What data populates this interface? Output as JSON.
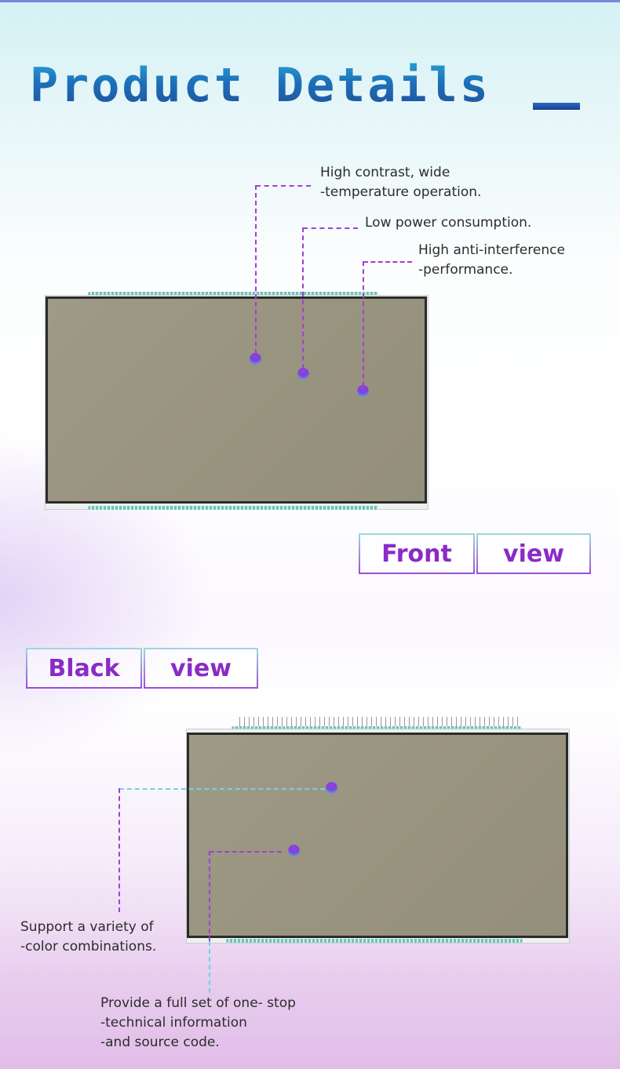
{
  "header": {
    "title": "Product Details"
  },
  "front_view": {
    "label_part1": "Front",
    "label_part2": "view",
    "callouts": [
      {
        "text": "High contrast, wide\n-temperature operation."
      },
      {
        "text": "Low power consumption."
      },
      {
        "text": "High anti-interference\n-performance."
      }
    ]
  },
  "back_view": {
    "label_part1": "Black",
    "label_part2": "view",
    "callouts": [
      {
        "text": "Support a variety of\n-color combinations."
      },
      {
        "text": "Provide a full set of one- stop\n-technical information\n-and source code."
      }
    ]
  },
  "colors": {
    "title_gradient": [
      "#2aa6d8",
      "#214d99"
    ],
    "accent": "#8a2bc6",
    "dashed_line": "#a23fd1"
  }
}
